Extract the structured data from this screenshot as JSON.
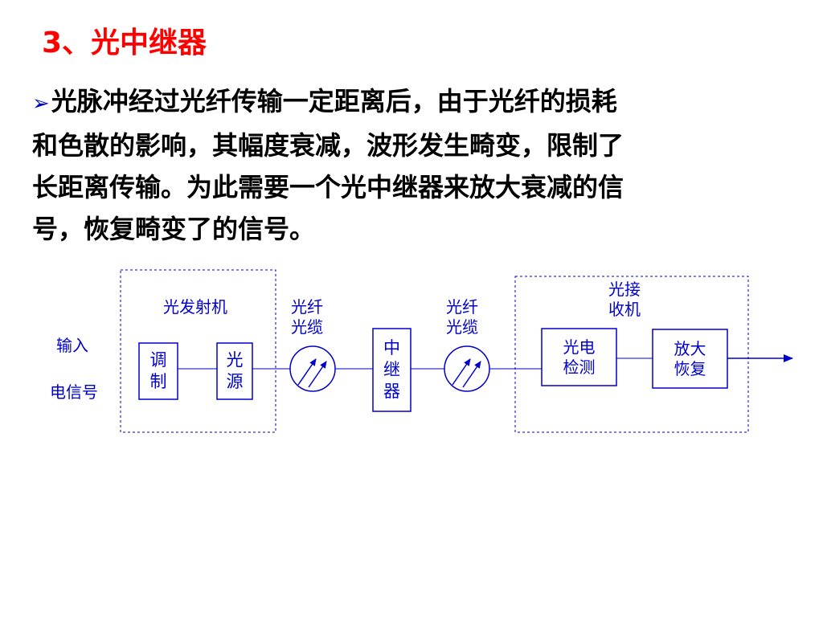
{
  "title": "3、光中继器",
  "paragraph": {
    "lines": [
      "光脉冲经过光纤传输一定距离后，由于光纤的损耗",
      "和色散的影响，其幅度衰减，波形发生畸变，限制了",
      "长距离传输。为此需要一个光中继器来放大衰减的信",
      "号，恢复畸变了的信号。"
    ]
  },
  "diagram": {
    "input_label_1": "输入",
    "input_label_2": "电信号",
    "transmitter_label": "光发射机",
    "modulator": [
      "调",
      "制"
    ],
    "light_source": [
      "光",
      "源"
    ],
    "fiber1": [
      "光纤",
      "光缆"
    ],
    "repeater": [
      "中",
      "继",
      "器"
    ],
    "fiber2": [
      "光纤",
      "光缆"
    ],
    "receiver_label": [
      "光接",
      "收机"
    ],
    "photodetector": [
      "光电",
      "检测"
    ],
    "amplifier": [
      "放大",
      "恢复"
    ],
    "line_color": "#0000cc"
  }
}
